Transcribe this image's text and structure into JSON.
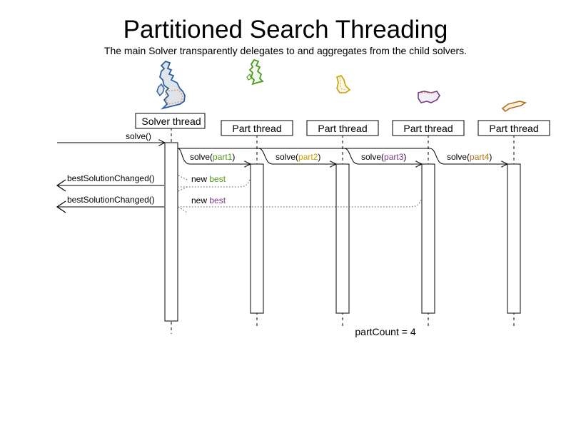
{
  "title": "Partitioned Search Threading",
  "subtitle": "The main Solver transparently delegates to and aggregates from the child solvers.",
  "colors": {
    "part1": "#4c9a1c",
    "part2": "#c8a000",
    "part3": "#7a3a8a",
    "part4": "#b07018",
    "uk": "#2c5fa0"
  },
  "lifelines": {
    "solver": "Solver thread",
    "parts": [
      "Part thread",
      "Part thread",
      "Part thread",
      "Part thread"
    ]
  },
  "messages": {
    "solve": "solve()",
    "solve_prefix": "solve(",
    "solve_suffix": ")",
    "part_names": [
      "part1",
      "part2",
      "part3",
      "part4"
    ],
    "new_prefix": "new ",
    "best": "best",
    "best_solution_changed": [
      "bestSolutionChanged()",
      "bestSolutionChanged()"
    ]
  },
  "footer": "partCount = 4"
}
